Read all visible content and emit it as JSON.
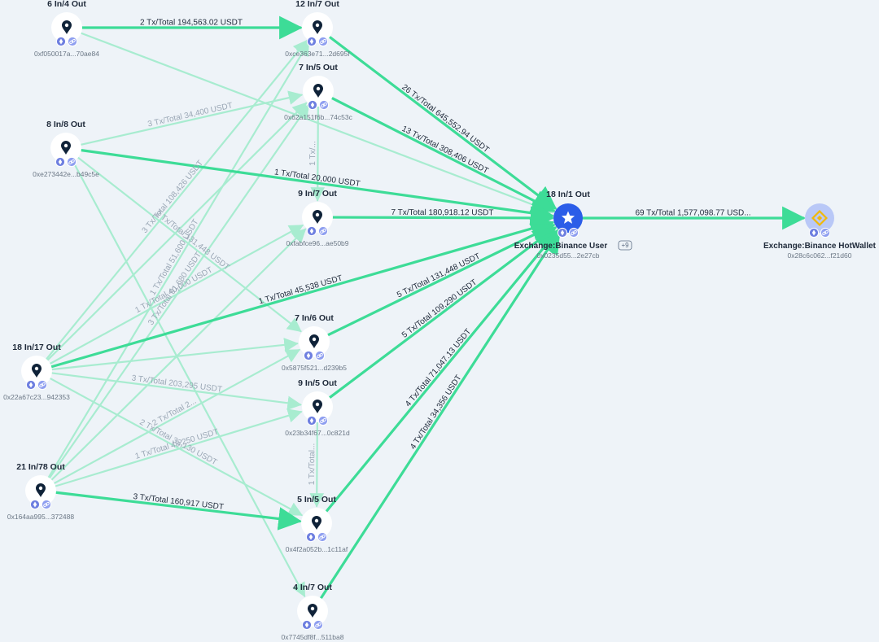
{
  "colors": {
    "edge_strong": "#3ddc97",
    "edge_faint": "#a8ecd0",
    "label_strong": "#1f2a3a",
    "label_faint": "#9aa7b5",
    "node_bg": "#ffffff",
    "pin": "#0f2238",
    "badge_eth": "#6e7fe0",
    "badge_link": "#8f9ff0",
    "exchange_blue": "#2b5de8",
    "binance_bg": "#b9c8f7",
    "binance_yellow": "#f0b90b"
  },
  "nodes": [
    {
      "id": "n1",
      "title": "6 In/4 Out",
      "addr": "0xf050017a...70ae84"
    },
    {
      "id": "n2",
      "title": "12 In/7 Out",
      "addr": "0xce363e71...2d695f"
    },
    {
      "id": "n3",
      "title": "7 In/5 Out",
      "addr": "0x62a151f6b...74c53c"
    },
    {
      "id": "n4",
      "title": "8 In/8 Out",
      "addr": "0xe273442e...b49c5e"
    },
    {
      "id": "n5",
      "title": "9 In/7 Out",
      "addr": "0xfabfce96...ae50b9"
    },
    {
      "id": "n6",
      "title": "18 In/17 Out",
      "addr": "0x22a67c23...942353"
    },
    {
      "id": "n7",
      "title": "7 In/6 Out",
      "addr": "0x5875f521...d239b5"
    },
    {
      "id": "n8",
      "title": "9 In/5 Out",
      "addr": "0x23b34f67...0c821d"
    },
    {
      "id": "n9",
      "title": "21 In/78 Out",
      "addr": "0x164aa995...372488"
    },
    {
      "id": "n10",
      "title": "5 In/5 Out",
      "addr": "0x4f2a052b...1c11af"
    },
    {
      "id": "n11",
      "title": "4 In/7 Out",
      "addr": "0x7745df8f...511ba8"
    },
    {
      "id": "ex",
      "title": "18 In/1 Out",
      "label": "Exchange:Binance User",
      "badge": "+9",
      "addr": "0x0235d55...2e27cb"
    },
    {
      "id": "hw",
      "title": "",
      "label": "Exchange:Binance HotWallet",
      "addr": "0x28c6c062...f21d60"
    }
  ],
  "edges": [
    {
      "from": "n1",
      "to": "n2",
      "label": "2 Tx/Total 194,563.02 USDT",
      "strong": true
    },
    {
      "from": "n2",
      "to": "ex",
      "label": "26 Tx/Total 645,552.94 USDT",
      "strong": true
    },
    {
      "from": "n3",
      "to": "ex",
      "label": "13 Tx/Total 308,406 USDT",
      "strong": true
    },
    {
      "from": "n4",
      "to": "ex",
      "label": "1 Tx/Total 20,000 USDT",
      "strong": true
    },
    {
      "from": "n5",
      "to": "ex",
      "label": "7 Tx/Total 180,918.12 USDT",
      "strong": true
    },
    {
      "from": "n6",
      "to": "ex",
      "label": "1 Tx/Total 45,538 USDT",
      "strong": true
    },
    {
      "from": "n7",
      "to": "ex",
      "label": "5 Tx/Total 131,448 USDT",
      "strong": true
    },
    {
      "from": "n8",
      "to": "ex",
      "label": "5 Tx/Total 109,290 USDT",
      "strong": true
    },
    {
      "from": "n10",
      "to": "ex",
      "label": "4 Tx/Total 71,047.13 USDT",
      "strong": true
    },
    {
      "from": "n11",
      "to": "ex",
      "label": "4 Tx/Total 34,356 USDT",
      "strong": true
    },
    {
      "from": "n9",
      "to": "n10",
      "label": "3 Tx/Total 160,917 USDT",
      "strong": true
    },
    {
      "from": "ex",
      "to": "hw",
      "label": "69 Tx/Total 1,577,098.77 USD...",
      "strong": true
    },
    {
      "from": "n4",
      "to": "n3",
      "label": "3 Tx/Total 34,400 USDT",
      "strong": false
    },
    {
      "from": "n6",
      "to": "n2",
      "label": "3 Tx/Total 108,426 USDT",
      "strong": false
    },
    {
      "from": "n6",
      "to": "n8",
      "label": "3 Tx/Total 203,295 USDT",
      "strong": false
    },
    {
      "from": "n6",
      "to": "n10",
      "label": "2 Tx/Total 33,130 USDT",
      "strong": false
    },
    {
      "from": "n9",
      "to": "n8",
      "label": "1 Tx/Total 48,250 USDT",
      "strong": false
    },
    {
      "from": "n9",
      "to": "n7",
      "label": "2 Tx/Total 2...",
      "strong": false
    },
    {
      "from": "n9",
      "to": "n3",
      "label": "3 Tx/Total 91,680 USDT",
      "strong": false
    },
    {
      "from": "n6",
      "to": "n5",
      "label": "1 Tx/Total 40,000 USDT",
      "strong": false
    },
    {
      "from": "n4",
      "to": "n7",
      "label": "2 Tx/Total 131,448 USDT",
      "strong": false
    },
    {
      "from": "n9",
      "to": "n2",
      "label": "1 Tx/Total 51,600 USDT",
      "strong": false
    },
    {
      "from": "n3",
      "to": "n5",
      "label": "1 Tx/...",
      "strong": false
    },
    {
      "from": "n8",
      "to": "n10",
      "label": "1 Tx/Total...",
      "strong": false
    },
    {
      "from": "n1",
      "to": "ex",
      "label": "",
      "strong": false
    },
    {
      "from": "n4",
      "to": "n11",
      "label": "",
      "strong": false
    },
    {
      "from": "n9",
      "to": "n5",
      "label": "",
      "strong": false
    },
    {
      "from": "n6",
      "to": "n3",
      "label": "",
      "strong": false
    },
    {
      "from": "n6",
      "to": "n7",
      "label": "",
      "strong": false
    }
  ]
}
